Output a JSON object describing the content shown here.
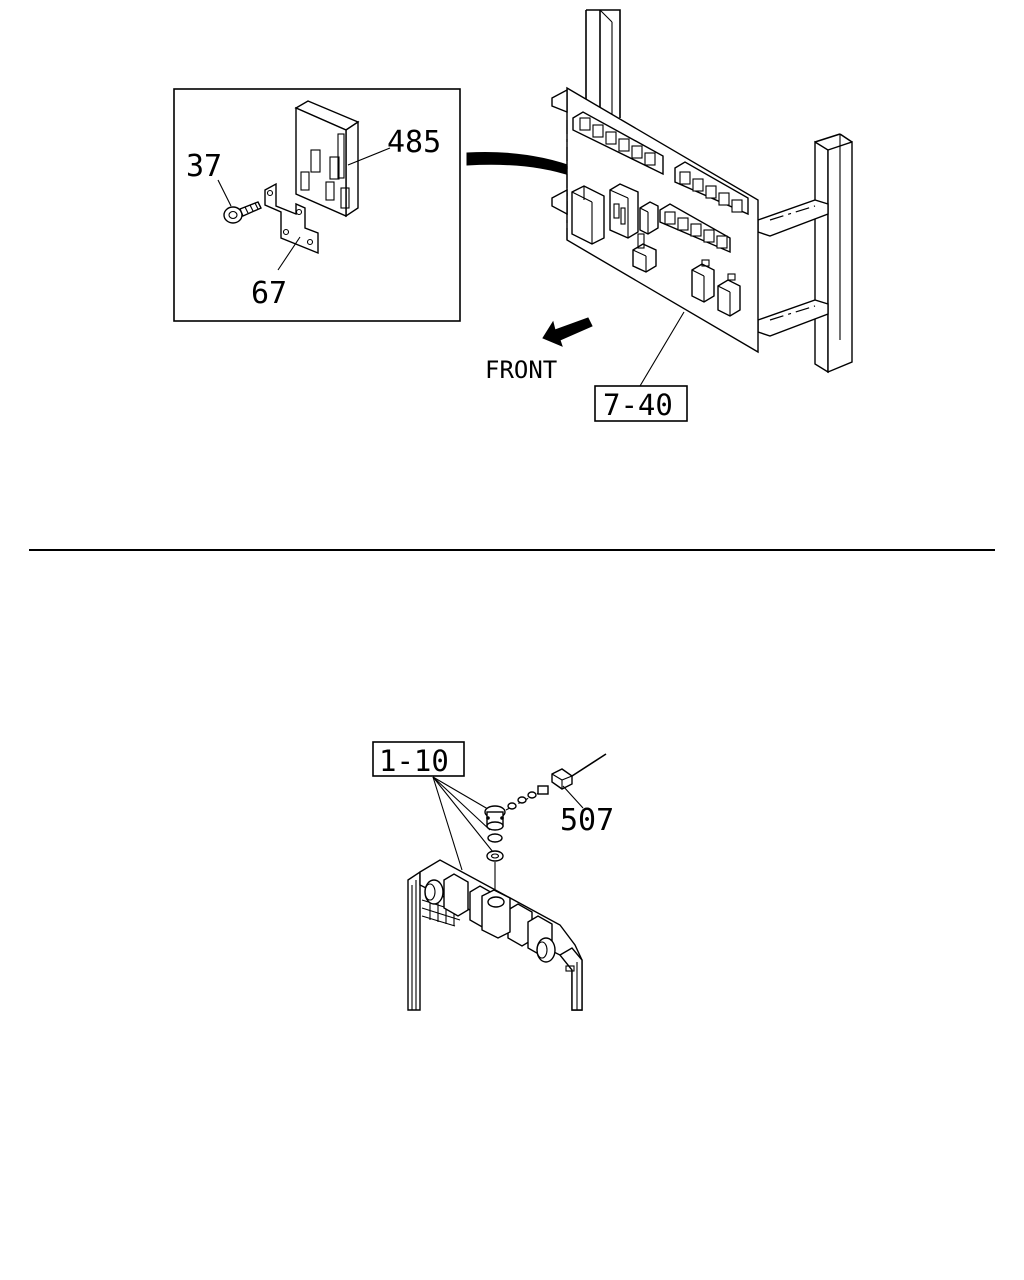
{
  "callouts": {
    "top": {
      "screw": "37",
      "relay": "485",
      "bracket": "67",
      "front": "FRONT",
      "ref_box": "7-40"
    },
    "bottom": {
      "ref_box": "1-10",
      "sensor": "507"
    }
  }
}
